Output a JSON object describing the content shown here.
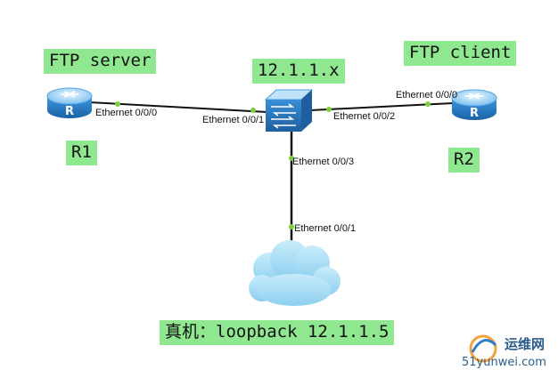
{
  "labels": {
    "r1_role": "FTP server",
    "r2_role": "FTP client",
    "switch_subnet": "12.1.1.x",
    "r1_name": "R1",
    "r2_name": "R2",
    "host_desc": "真机：loopback 12.1.1.5"
  },
  "ports": {
    "r1_e000": "Ethernet 0/0/0",
    "sw_e001": "Ethernet 0/0/1",
    "sw_e002": "Ethernet 0/0/2",
    "r2_e000": "Ethernet 0/0/0",
    "sw_e003": "Ethernet 0/0/3",
    "cloud_e001": "Ethernet 0/0/1"
  },
  "watermark": {
    "site_cn": "运维网",
    "site_en": "51yunwei.com"
  },
  "colors": {
    "label_bg": "#8fe88f",
    "port_dot": "#7ccf3a",
    "device_blue": "#2a87d8",
    "cloud_blue": "#9ad8f5"
  },
  "icons": {
    "routers": "router-icon",
    "switch": "switch-icon",
    "cloud": "cloud-icon"
  }
}
